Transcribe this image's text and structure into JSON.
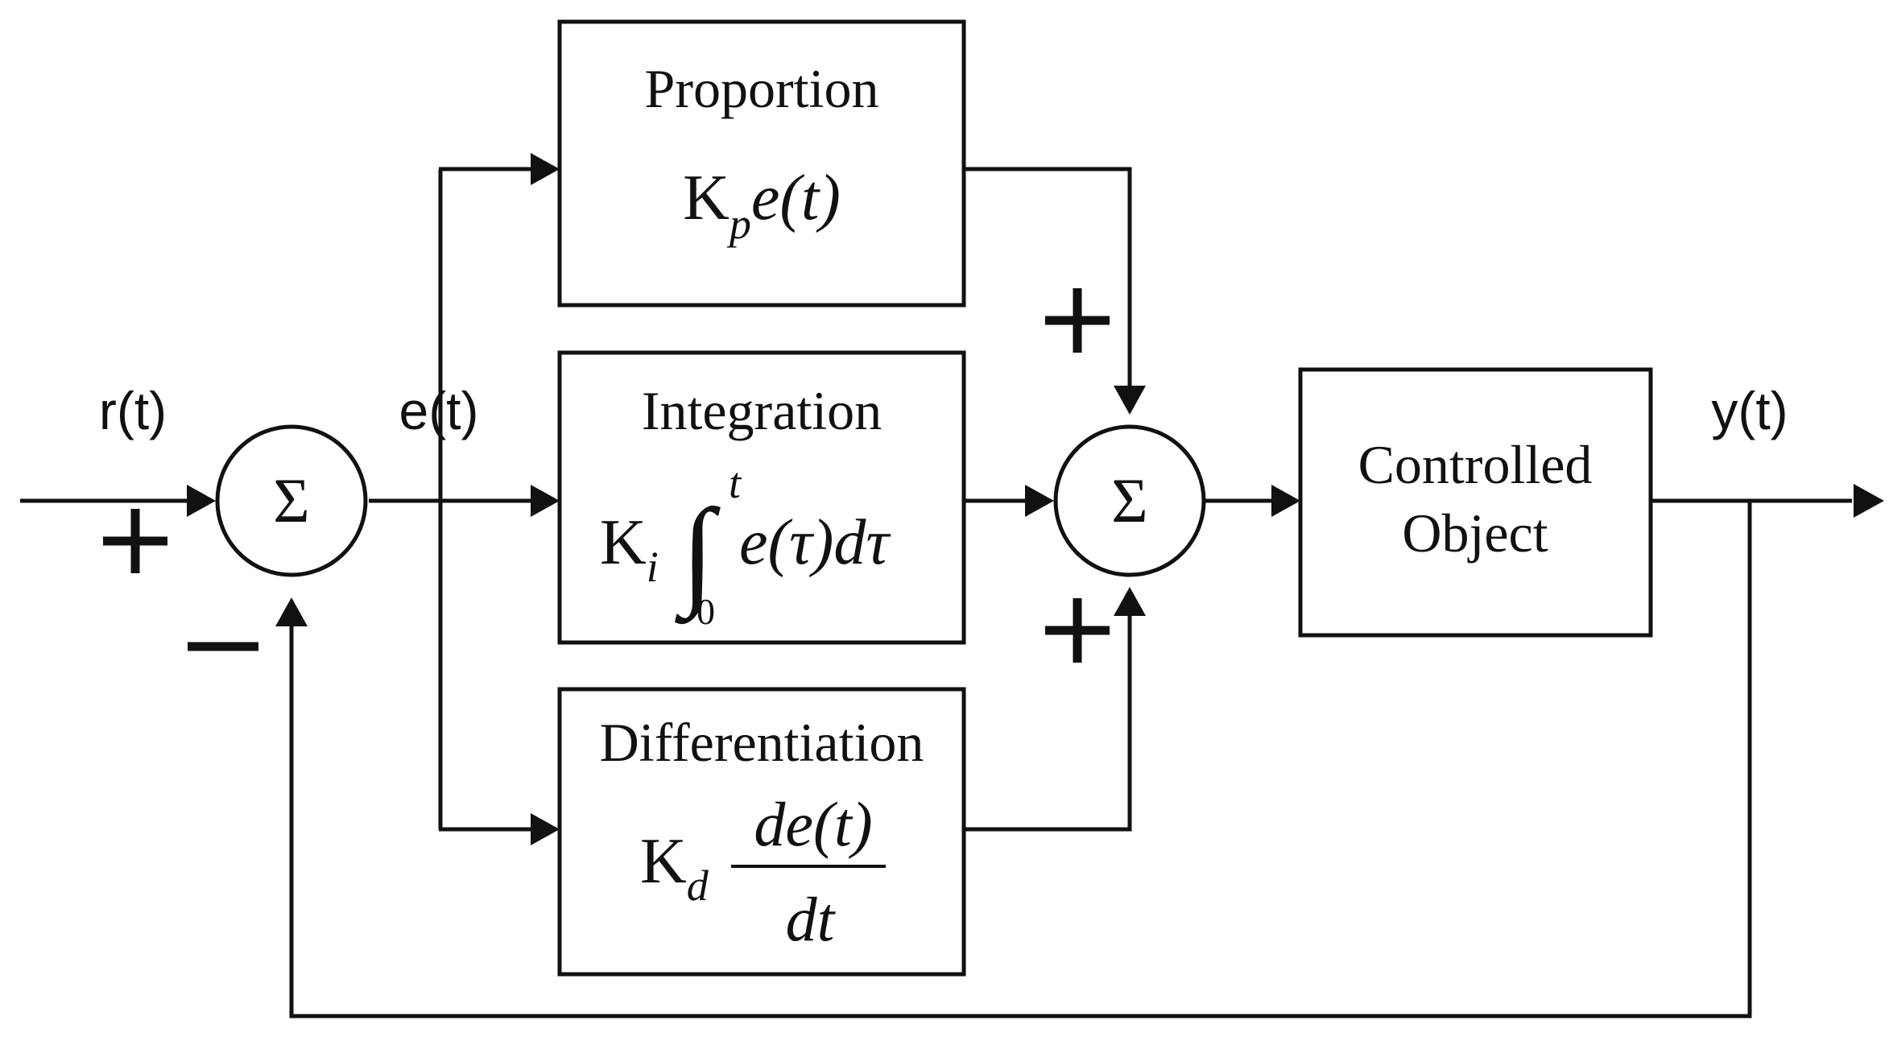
{
  "signals": {
    "input": "r(t)",
    "error": "e(t)",
    "output": "y(t)"
  },
  "summing_junction_symbol": "Σ",
  "blocks": {
    "proportion": {
      "title": "Proportion",
      "gain": "K",
      "gain_sub": "p",
      "term": "e(t)"
    },
    "integration": {
      "title": "Integration",
      "gain": "K",
      "gain_sub": "i",
      "integral_sign": "∫",
      "upper_limit": "t",
      "lower_limit": "0",
      "integrand": "e(τ)dτ"
    },
    "differentiation": {
      "title": "Differentiation",
      "gain": "K",
      "gain_sub": "d",
      "numerator": "de(t)",
      "denominator": "dt"
    },
    "plant": {
      "line1": "Controlled",
      "line2": "Object"
    }
  },
  "signs": {
    "input_sign": "+",
    "feedback_sign": "−",
    "proportion_sign": "+",
    "derivative_sign": "+"
  }
}
